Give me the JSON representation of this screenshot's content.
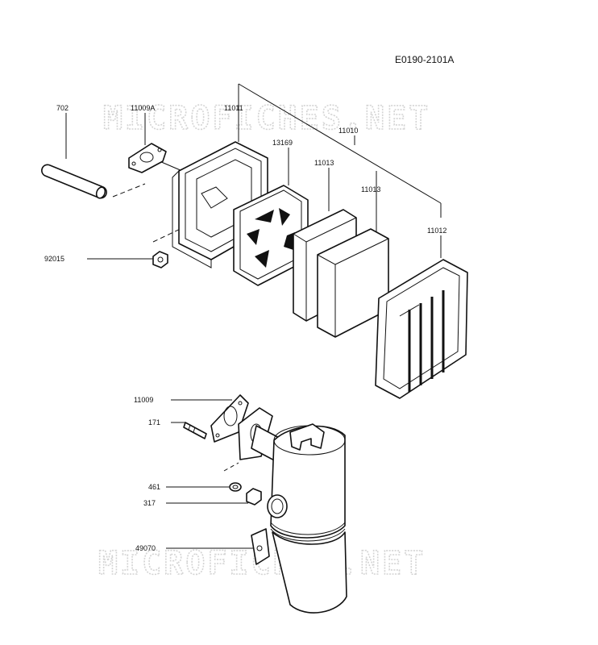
{
  "diagram": {
    "code": "E0190-2101A",
    "watermark": "MICROFICHES.NET",
    "parts": {
      "p702": "702",
      "p11009a": "11009A",
      "p11011": "11011",
      "p13169": "13169",
      "p11010": "11010",
      "p11013a": "11013",
      "p11013b": "11013",
      "p11012": "11012",
      "p92015": "92015",
      "p11009": "11009",
      "p171": "171",
      "p461": "461",
      "p317": "317",
      "p49070": "49070"
    }
  }
}
